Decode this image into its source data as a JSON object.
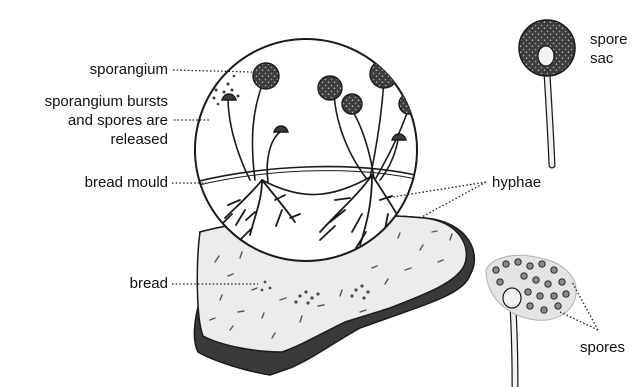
{
  "labels": {
    "sporangium": "sporangium",
    "sporangium_bursts_line1": "sporangium bursts",
    "sporangium_bursts_line2": "and spores are",
    "sporangium_bursts_line3": "released",
    "bread_mould": "bread mould",
    "hyphae": "hyphae",
    "bread": "bread",
    "spore_sac_line1": "spore",
    "spore_sac_line2": "sac",
    "spores": "spores"
  },
  "colors": {
    "ink": "#1a1a1a",
    "bread_crust": "#3a3a3a",
    "bread_top": "#ececec",
    "sporangium_dark": "#3c3c3c",
    "spore_fill": "#8a8a8a"
  }
}
